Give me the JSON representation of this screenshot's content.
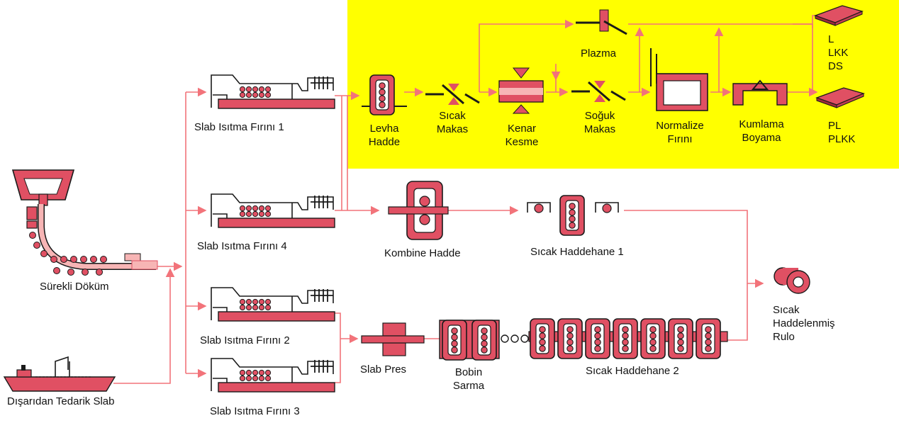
{
  "colors": {
    "line": "#f2737a",
    "fill": "#e05063",
    "dark": "#1a1a1a",
    "highlight": "#ffff00",
    "light": "#f7b5b5"
  },
  "labels": {
    "continuous_casting": "Sürekli Döküm",
    "external_slab": "Dışarıdan Tedarik Slab",
    "furnace_1": "Slab Isıtma Fırını 1",
    "furnace_4": "Slab Isıtma Fırını 4",
    "furnace_2": "Slab Isıtma Fırını 2",
    "furnace_3": "Slab Isıtma Fırını 3",
    "plate_mill": [
      "Levha",
      "Hadde"
    ],
    "hot_shear": [
      "Sıcak",
      "Makas"
    ],
    "edge_trim": [
      "Kenar",
      "Kesme"
    ],
    "plasma": "Plazma",
    "cold_shear": [
      "Soğuk",
      "Makas"
    ],
    "normalize_furnace": [
      "Normalize",
      "Fırını"
    ],
    "blast_paint": [
      "Kumlama",
      "Boyama"
    ],
    "product_top": [
      "L",
      "LKK",
      "DS"
    ],
    "product_bottom": [
      "PL",
      "PLKK"
    ],
    "combined_mill": "Kombine Hadde",
    "hot_mill_1": "Sıcak Haddehane 1",
    "slab_press": "Slab Pres",
    "coil_box": [
      "Bobin",
      "Sarma"
    ],
    "hot_mill_2": "Sıcak Haddehane 2",
    "hot_rolled_coil": [
      "Sıcak",
      "Haddelenmiş",
      "Rulo"
    ]
  }
}
